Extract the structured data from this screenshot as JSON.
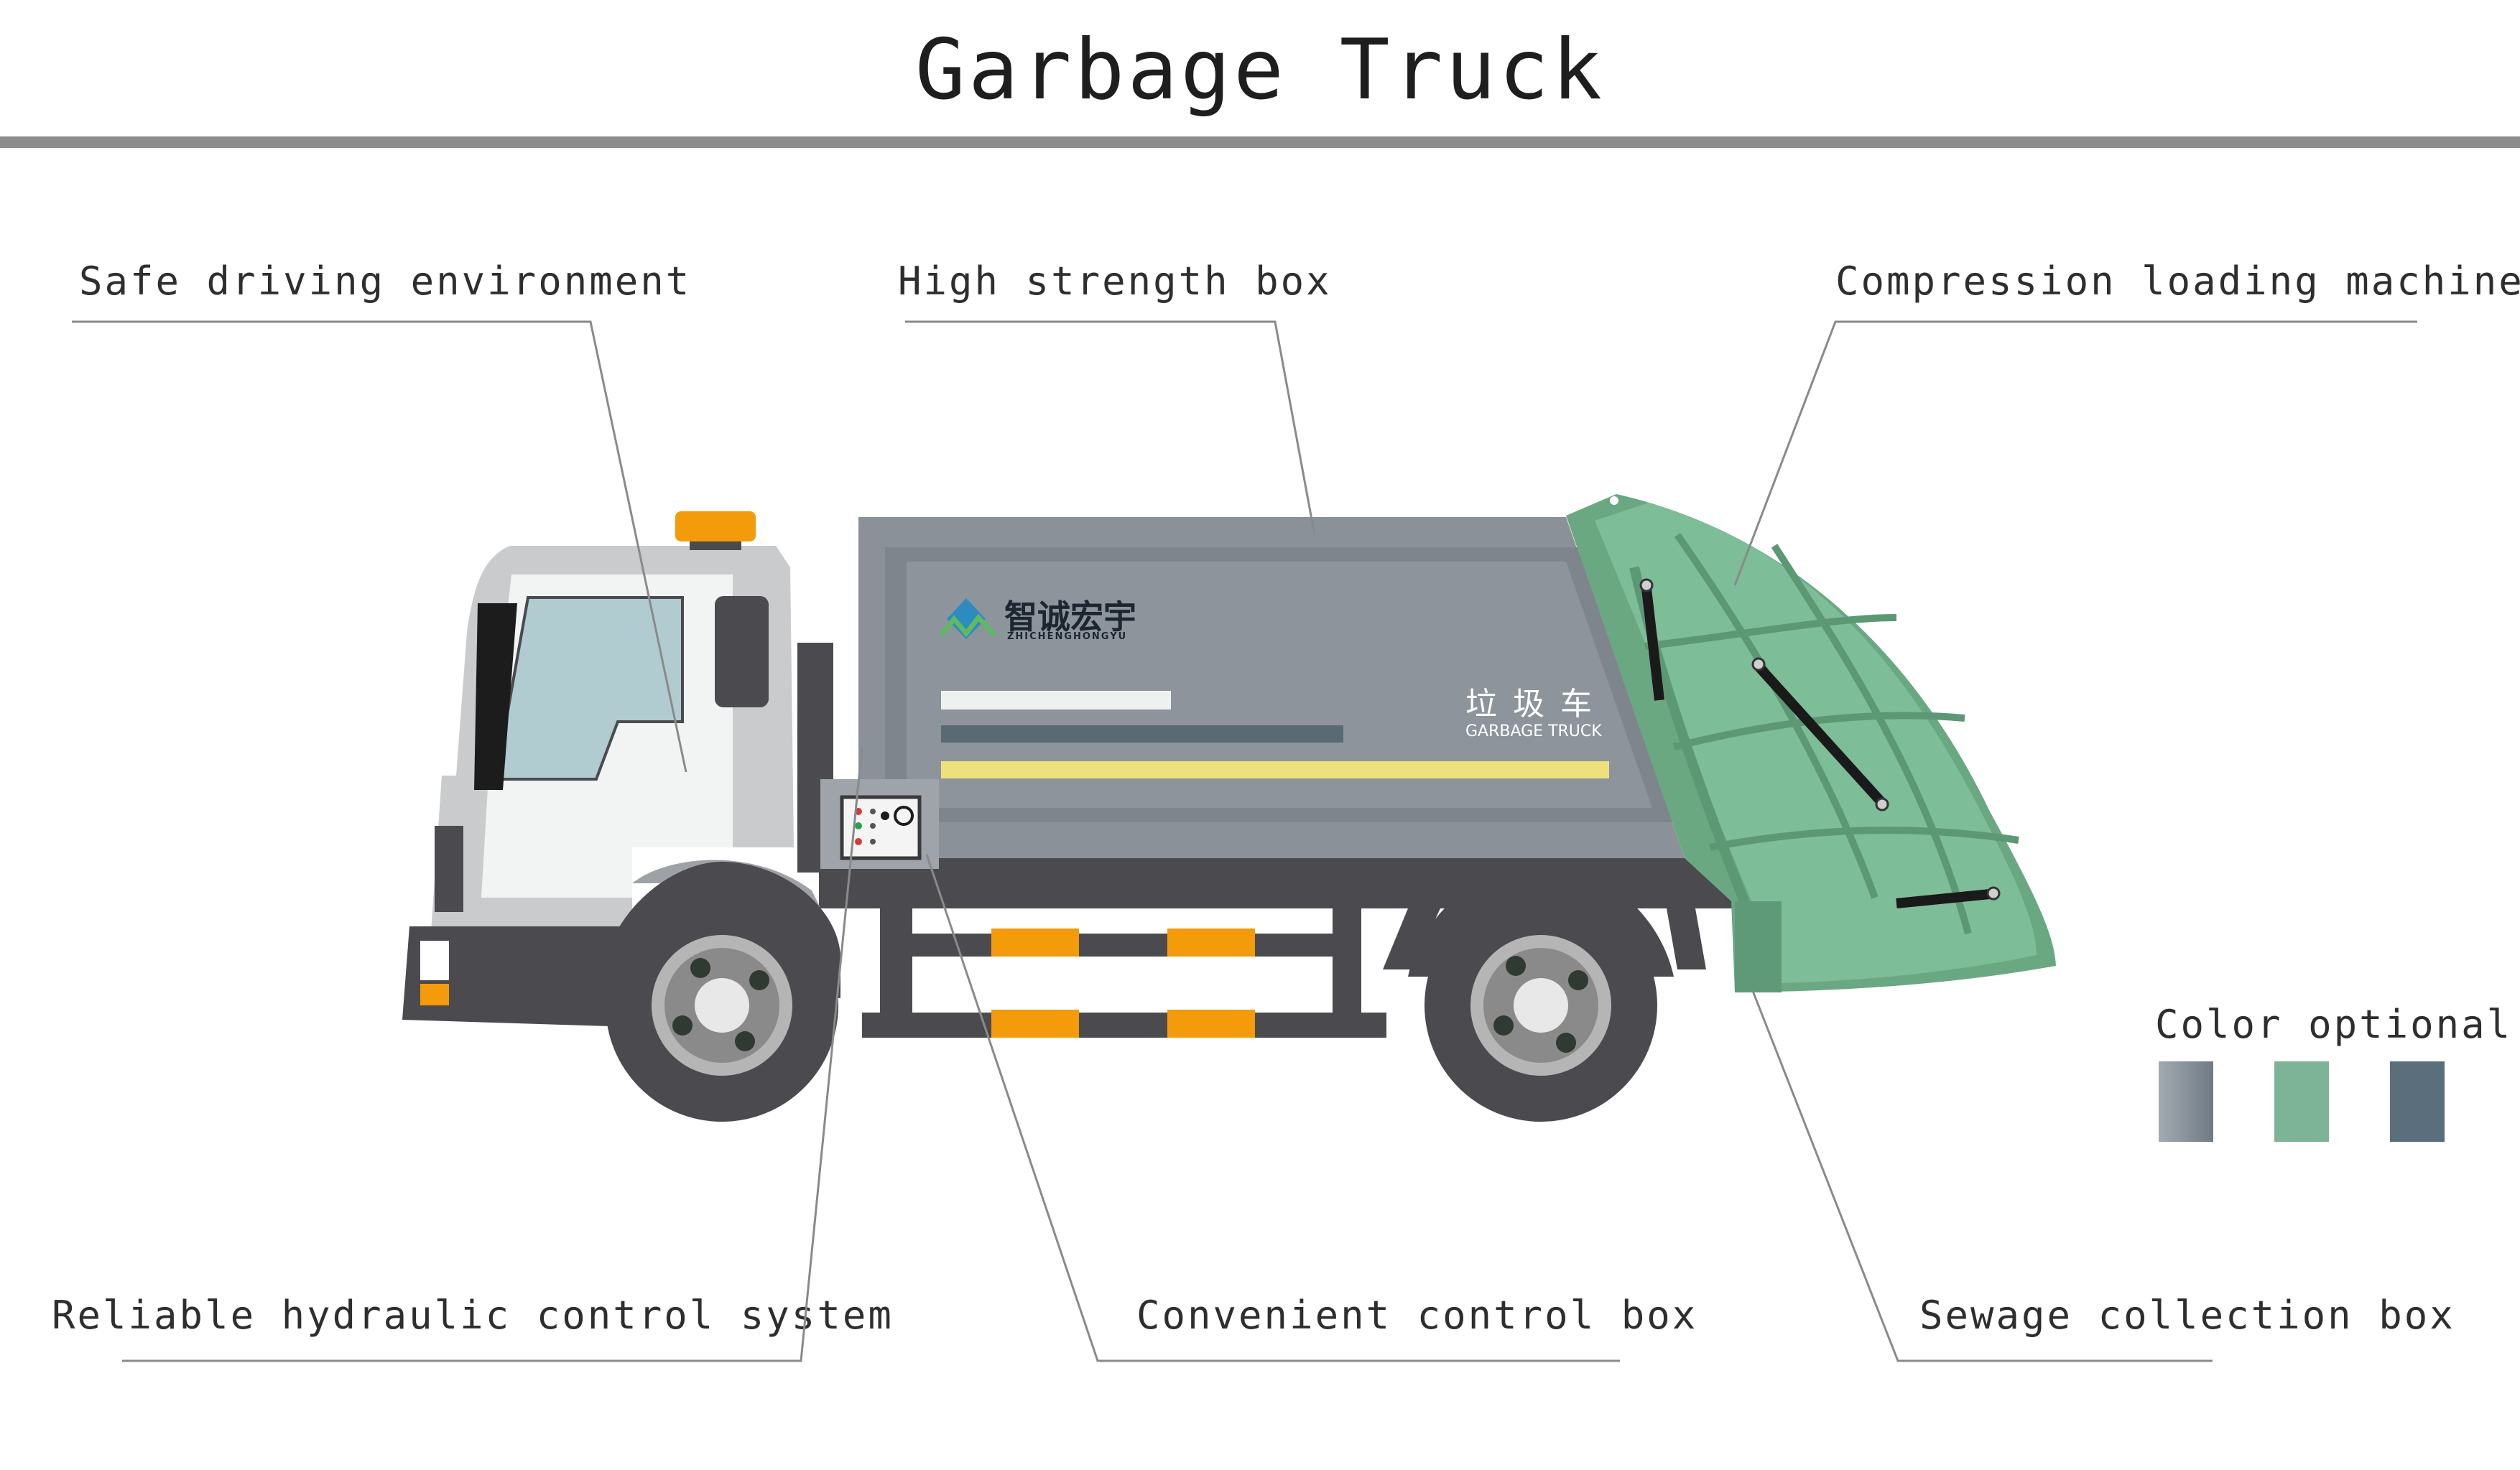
{
  "title": "Garbage Truck",
  "labels": {
    "safe_driving": "Safe driving environment",
    "high_strength_box": "High strength box",
    "compression_loading": "Compression loading machine",
    "hydraulic": "Reliable hydraulic control system",
    "control_box": "Convenient control box",
    "sewage_box": "Sewage collection box",
    "color_optional": "Color optional"
  },
  "truck_text": {
    "brand_cn": "智诚宏宇",
    "brand_en": "ZHICHENGHONGYU",
    "cn_name": "垃 圾 车",
    "en_name": "GARBAGE TRUCK"
  },
  "color_options": [
    "#8e979f",
    "#7db497",
    "#5a6f7b"
  ],
  "colors": {
    "title_rule": "#8c8c8c",
    "body_gray": "#8a9199",
    "compactor_green": "#6aa882",
    "accent_orange": "#f5a00c",
    "stripe_yellow": "#efe07e"
  }
}
